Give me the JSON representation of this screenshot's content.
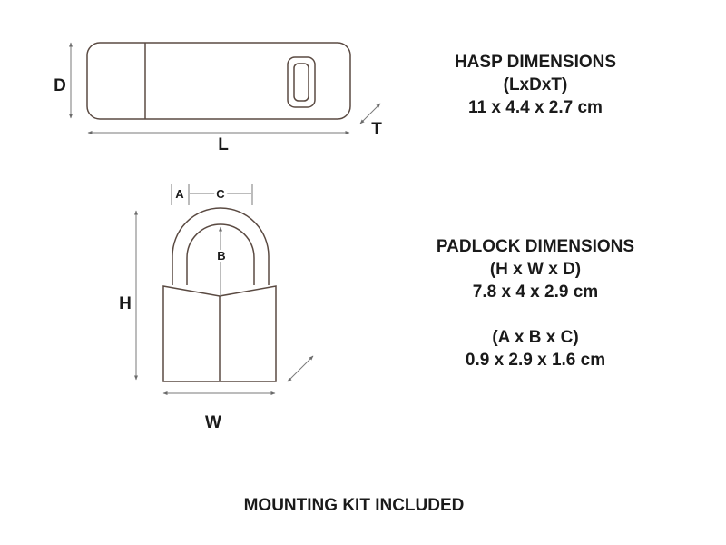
{
  "hasp": {
    "title": "HASP DIMENSIONS",
    "format": "(LxDxT)",
    "values": "11 x 4.4 x 2.7 cm",
    "labels": {
      "d": "D",
      "l": "L",
      "t": "T"
    }
  },
  "padlock": {
    "title": "PADLOCK DIMENSIONS",
    "format_main": "(H x W x D)",
    "values_main": "7.8 x 4 x 2.9 cm",
    "format_shackle": "(A x B x C)",
    "values_shackle": "0.9 x 2.9 x 1.6 cm",
    "labels": {
      "h": "H",
      "w": "W",
      "a": "A",
      "b": "B",
      "c": "C"
    }
  },
  "footer": "MOUNTING KIT INCLUDED",
  "colors": {
    "line": "#5a4a42",
    "text": "#1a1a1a"
  }
}
